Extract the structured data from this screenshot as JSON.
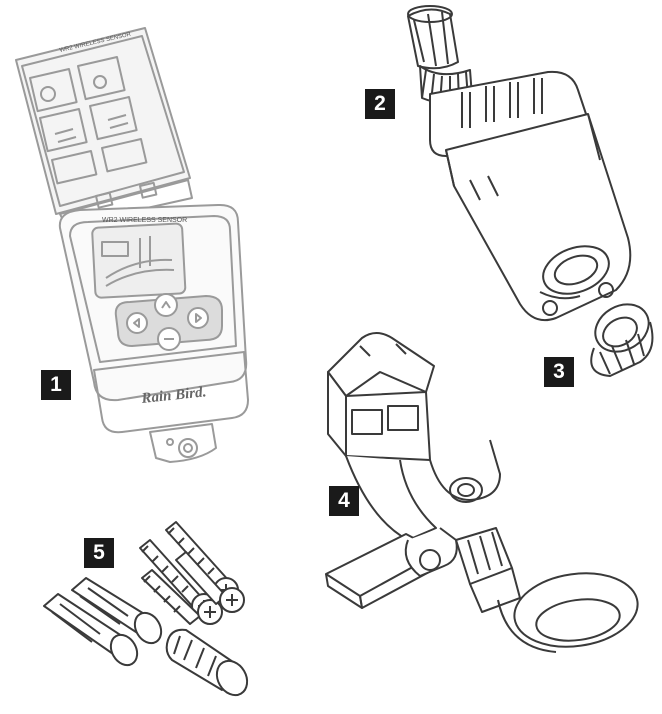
{
  "callouts": [
    {
      "id": "1",
      "label": "1"
    },
    {
      "id": "2",
      "label": "2"
    },
    {
      "id": "3",
      "label": "3"
    },
    {
      "id": "4",
      "label": "4"
    },
    {
      "id": "5",
      "label": "5"
    }
  ],
  "product": {
    "model_label": "WR2 WIRELESS SENSOR",
    "brand_text": "Rain Bird."
  },
  "colors": {
    "badge_bg": "#1a1a1a",
    "badge_text": "#ffffff",
    "line_art": "#3a3a3a",
    "faded_art": "#9a9a9a"
  }
}
